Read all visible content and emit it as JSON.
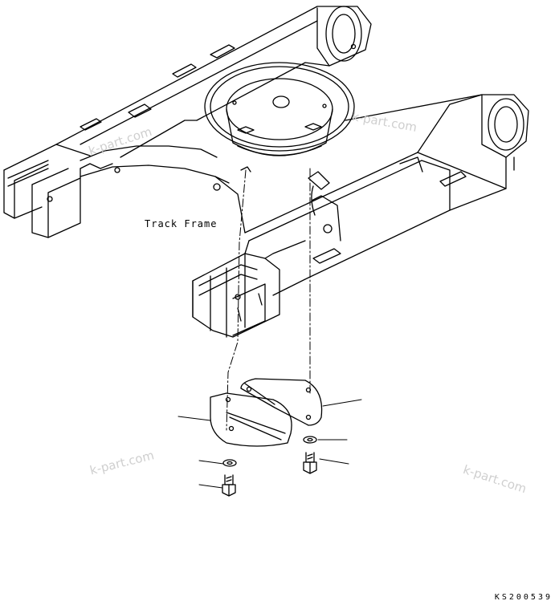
{
  "diagram": {
    "labels": {
      "track_frame": "Track Frame",
      "drawing_code": "KS200539"
    },
    "watermark_text": "k-part.com",
    "colors": {
      "line": "#000000",
      "watermark": "#cfcfcf",
      "background": "#ffffff"
    }
  }
}
